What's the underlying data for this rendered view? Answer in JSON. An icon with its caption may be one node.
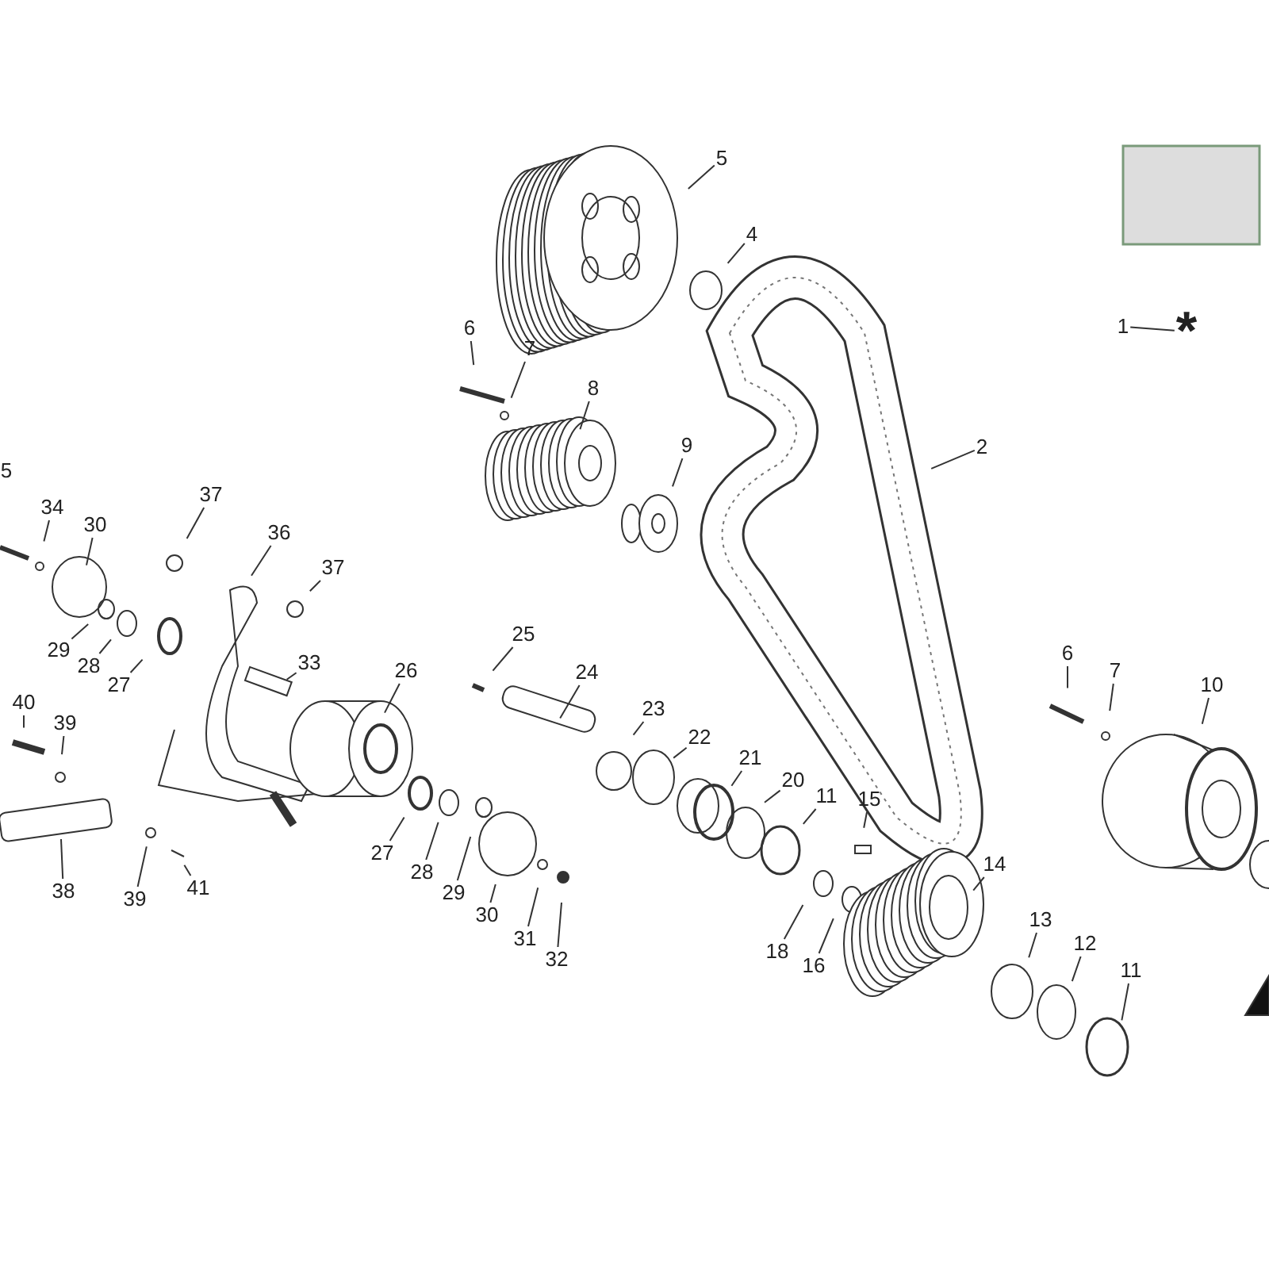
{
  "diagram": {
    "nodes": [
      {
        "text": [
          "5"
        ]
      },
      {
        "text": [
          "4"
        ]
      },
      {
        "text": [
          "6"
        ]
      },
      {
        "text": [
          "7"
        ]
      },
      {
        "text": [
          "8"
        ]
      },
      {
        "text": [
          "9"
        ]
      },
      {
        "text": [
          "2"
        ]
      },
      {
        "text": [
          "1"
        ]
      },
      {
        "text": [
          "*"
        ]
      },
      {
        "text": [
          "34"
        ]
      },
      {
        "text": [
          "30"
        ]
      },
      {
        "text": [
          "37"
        ]
      },
      {
        "text": [
          "36"
        ]
      },
      {
        "text": [
          "37"
        ]
      },
      {
        "text": [
          "29"
        ]
      },
      {
        "text": [
          "28"
        ]
      },
      {
        "text": [
          "27"
        ]
      },
      {
        "text": [
          "33"
        ]
      },
      {
        "text": [
          "40"
        ]
      },
      {
        "text": [
          "39"
        ]
      },
      {
        "text": [
          "26"
        ]
      },
      {
        "text": [
          "25"
        ]
      },
      {
        "text": [
          "24"
        ]
      },
      {
        "text": [
          "23"
        ]
      },
      {
        "text": [
          "22"
        ]
      },
      {
        "text": [
          "21"
        ]
      },
      {
        "text": [
          "20"
        ]
      },
      {
        "text": [
          "11"
        ]
      },
      {
        "text": [
          "15"
        ]
      },
      {
        "text": [
          "6"
        ]
      },
      {
        "text": [
          "7"
        ]
      },
      {
        "text": [
          "10"
        ]
      },
      {
        "text": [
          "38"
        ]
      },
      {
        "text": [
          "39"
        ]
      },
      {
        "text": [
          "41"
        ]
      },
      {
        "text": [
          "27"
        ]
      },
      {
        "text": [
          "28"
        ]
      },
      {
        "text": [
          "29"
        ]
      },
      {
        "text": [
          "30"
        ]
      },
      {
        "text": [
          "31"
        ]
      },
      {
        "text": [
          "32"
        ]
      },
      {
        "text": [
          "14"
        ]
      },
      {
        "text": [
          "18"
        ]
      },
      {
        "text": [
          "16"
        ]
      },
      {
        "text": [
          "13"
        ]
      },
      {
        "text": [
          "12"
        ]
      },
      {
        "text": [
          "11"
        ]
      }
    ],
    "edges": [
      {
        "from": 0,
        "to": null,
        "arrow": "none"
      },
      {
        "from": 1,
        "to": null,
        "arrow": "none"
      },
      {
        "from": 2,
        "to": null,
        "arrow": "none"
      },
      {
        "from": 3,
        "to": null,
        "arrow": "none"
      },
      {
        "from": 4,
        "to": null,
        "arrow": "none"
      },
      {
        "from": 5,
        "to": null,
        "arrow": "none"
      },
      {
        "from": 6,
        "to": null,
        "arrow": "none"
      },
      {
        "from": 7,
        "to": 8,
        "arrow": "none"
      },
      {
        "from": 9,
        "to": null,
        "arrow": "none"
      },
      {
        "from": 10,
        "to": null,
        "arrow": "none"
      },
      {
        "from": 11,
        "to": null,
        "arrow": "none"
      },
      {
        "from": 12,
        "to": null,
        "arrow": "none"
      },
      {
        "from": 13,
        "to": null,
        "arrow": "none"
      },
      {
        "from": 14,
        "to": null,
        "arrow": "none"
      },
      {
        "from": 15,
        "to": null,
        "arrow": "none"
      },
      {
        "from": 16,
        "to": null,
        "arrow": "none"
      },
      {
        "from": 17,
        "to": null,
        "arrow": "none"
      },
      {
        "from": 18,
        "to": null,
        "arrow": "none"
      },
      {
        "from": 19,
        "to": null,
        "arrow": "none"
      },
      {
        "from": 20,
        "to": null,
        "arrow": "none"
      },
      {
        "from": 21,
        "to": null,
        "arrow": "none"
      },
      {
        "from": 22,
        "to": null,
        "arrow": "none"
      },
      {
        "from": 23,
        "to": null,
        "arrow": "none"
      },
      {
        "from": 24,
        "to": null,
        "arrow": "none"
      },
      {
        "from": 25,
        "to": null,
        "arrow": "none"
      },
      {
        "from": 26,
        "to": null,
        "arrow": "none"
      },
      {
        "from": 27,
        "to": null,
        "arrow": "none"
      },
      {
        "from": 28,
        "to": null,
        "arrow": "none"
      },
      {
        "from": 29,
        "to": null,
        "arrow": "none"
      },
      {
        "from": 30,
        "to": null,
        "arrow": "none"
      },
      {
        "from": 31,
        "to": null,
        "arrow": "none"
      },
      {
        "from": 32,
        "to": null,
        "arrow": "none"
      },
      {
        "from": 33,
        "to": null,
        "arrow": "none"
      },
      {
        "from": 34,
        "to": null,
        "arrow": "none"
      },
      {
        "from": 35,
        "to": null,
        "arrow": "none"
      },
      {
        "from": 36,
        "to": null,
        "arrow": "none"
      },
      {
        "from": 37,
        "to": null,
        "arrow": "none"
      },
      {
        "from": 38,
        "to": null,
        "arrow": "none"
      },
      {
        "from": 39,
        "to": null,
        "arrow": "none"
      },
      {
        "from": 40,
        "to": null,
        "arrow": "none"
      },
      {
        "from": 41,
        "to": null,
        "arrow": "none"
      },
      {
        "from": 42,
        "to": null,
        "arrow": "none"
      },
      {
        "from": 43,
        "to": null,
        "arrow": "none"
      },
      {
        "from": 44,
        "to": null,
        "arrow": "none"
      },
      {
        "from": 45,
        "to": null,
        "arrow": "none"
      },
      {
        "from": 46,
        "to": null,
        "arrow": "none"
      }
    ],
    "labels": [
      "5"
    ]
  }
}
